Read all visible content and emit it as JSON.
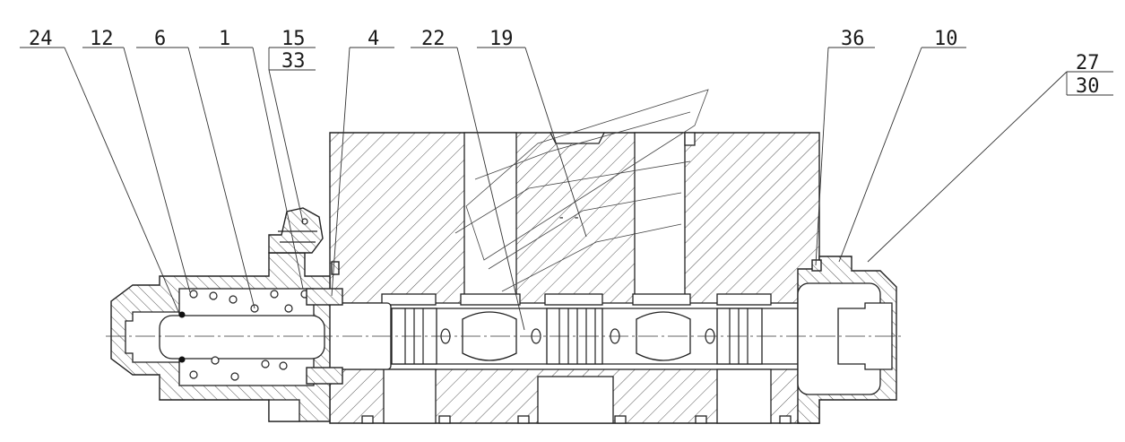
{
  "drawing": {
    "type": "cross-section assembly drawing",
    "callouts": [
      {
        "id": "c24",
        "label": "24"
      },
      {
        "id": "c12",
        "label": "12"
      },
      {
        "id": "c6",
        "label": "6"
      },
      {
        "id": "c1",
        "label": "1"
      },
      {
        "id": "c15",
        "label": "15"
      },
      {
        "id": "c33",
        "label": "33"
      },
      {
        "id": "c4",
        "label": "4"
      },
      {
        "id": "c22",
        "label": "22"
      },
      {
        "id": "c19",
        "label": "19"
      },
      {
        "id": "c36",
        "label": "36"
      },
      {
        "id": "c10",
        "label": "10"
      },
      {
        "id": "c27",
        "label": "27"
      },
      {
        "id": "c30",
        "label": "30"
      }
    ]
  }
}
